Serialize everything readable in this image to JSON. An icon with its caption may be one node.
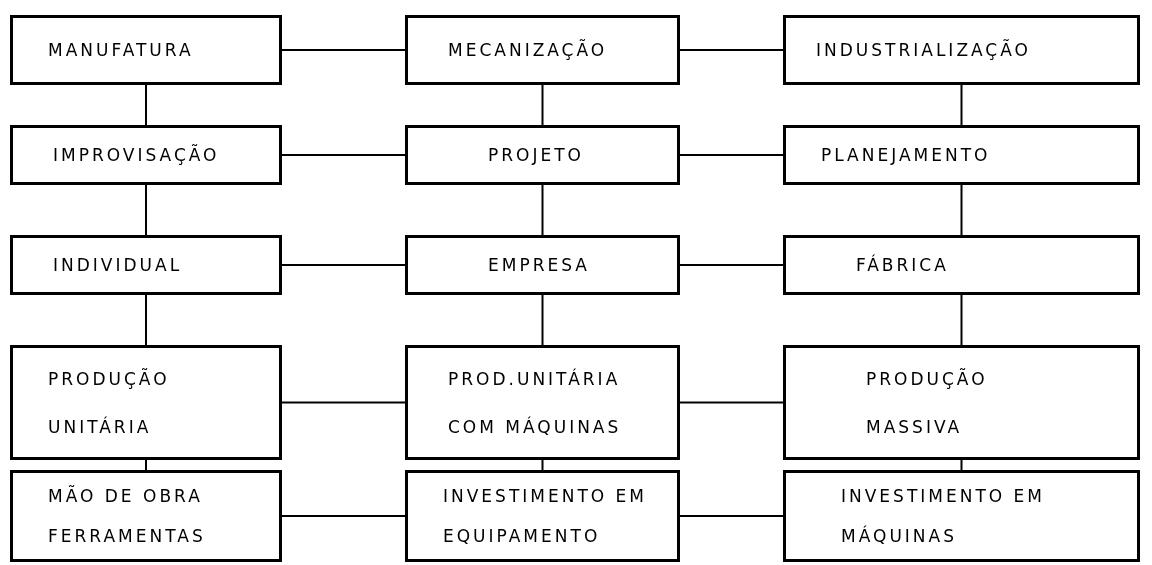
{
  "diagram": {
    "nodes": [
      {
        "text": [
          "MANUFATURA"
        ]
      },
      {
        "text": [
          "MECANIZAÇÃO"
        ]
      },
      {
        "text": [
          "INDUSTRIALIZAÇÃO"
        ]
      },
      {
        "text": [
          "IMPROVISAÇÃO"
        ]
      },
      {
        "text": [
          "PROJETO"
        ]
      },
      {
        "text": [
          "PLANEJAMENTO"
        ]
      },
      {
        "text": [
          "INDIVIDUAL"
        ]
      },
      {
        "text": [
          "EMPRESA"
        ]
      },
      {
        "text": [
          "FÁBRICA"
        ]
      },
      {
        "text": [
          "PRODUÇÃO UNITÁRIA"
        ]
      },
      {
        "text": [
          "PROD.UNITÁRIA COM MÁQUINAS"
        ]
      },
      {
        "text": [
          "PRODUÇÃO MASSIVA"
        ]
      },
      {
        "text": [
          "MÃO DE OBRA FERRAMENTAS"
        ]
      },
      {
        "text": [
          "INVESTIMENTO EM EQUIPAMENTO"
        ]
      },
      {
        "text": [
          "INVESTIMENTO EM MÁQUINAS"
        ]
      }
    ],
    "edges": [
      {
        "from": 0,
        "to": 1,
        "arrow": "none"
      },
      {
        "from": 1,
        "to": 2,
        "arrow": "none"
      },
      {
        "from": 3,
        "to": 4,
        "arrow": "none"
      },
      {
        "from": 4,
        "to": 5,
        "arrow": "none"
      },
      {
        "from": 6,
        "to": 7,
        "arrow": "none"
      },
      {
        "from": 7,
        "to": 8,
        "arrow": "none"
      },
      {
        "from": 9,
        "to": 10,
        "arrow": "none"
      },
      {
        "from": 10,
        "to": 11,
        "arrow": "none"
      },
      {
        "from": 12,
        "to": 13,
        "arrow": "none"
      },
      {
        "from": 13,
        "to": 14,
        "arrow": "none"
      },
      {
        "from": 0,
        "to": 3,
        "arrow": "none"
      },
      {
        "from": 3,
        "to": 6,
        "arrow": "none"
      },
      {
        "from": 6,
        "to": 9,
        "arrow": "none"
      },
      {
        "from": 9,
        "to": 12,
        "arrow": "none"
      },
      {
        "from": 1,
        "to": 4,
        "arrow": "none"
      },
      {
        "from": 4,
        "to": 7,
        "arrow": "none"
      },
      {
        "from": 7,
        "to": 10,
        "arrow": "none"
      },
      {
        "from": 10,
        "to": 13,
        "arrow": "none"
      },
      {
        "from": 2,
        "to": 5,
        "arrow": "none"
      },
      {
        "from": 5,
        "to": 8,
        "arrow": "none"
      },
      {
        "from": 8,
        "to": 11,
        "arrow": "none"
      },
      {
        "from": 11,
        "to": 14,
        "arrow": "none"
      }
    ]
  }
}
